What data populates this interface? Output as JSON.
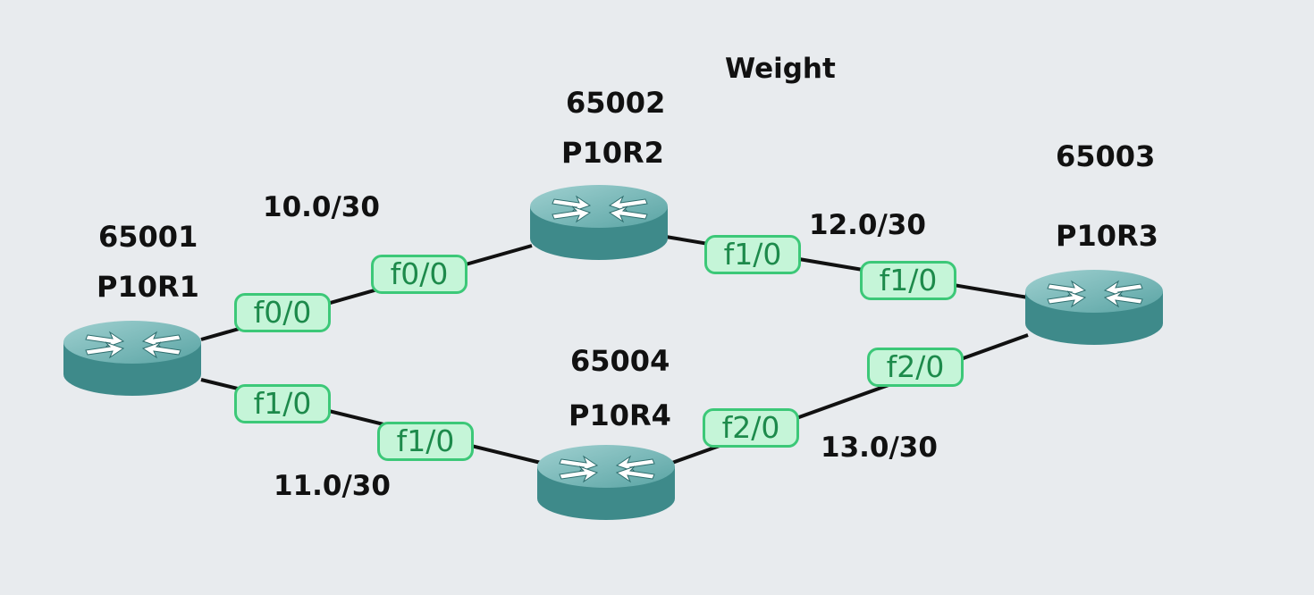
{
  "title": "Weight",
  "routers": [
    {
      "id": "r1",
      "name": "P10R1",
      "asn": "65001"
    },
    {
      "id": "r2",
      "name": "P10R2",
      "asn": "65002"
    },
    {
      "id": "r3",
      "name": "P10R3",
      "asn": "65003"
    },
    {
      "id": "r4",
      "name": "P10R4",
      "asn": "65004"
    }
  ],
  "links": [
    {
      "subnet": "10.0/30",
      "a": "r1",
      "a_if": "f0/0",
      "b": "r2",
      "b_if": "f0/0"
    },
    {
      "subnet": "11.0/30",
      "a": "r1",
      "a_if": "f1/0",
      "b": "r4",
      "b_if": "f1/0"
    },
    {
      "subnet": "12.0/30",
      "a": "r2",
      "a_if": "f1/0",
      "b": "r3",
      "b_if": "f1/0"
    },
    {
      "subnet": "13.0/30",
      "a": "r4",
      "a_if": "f2/0",
      "b": "r3",
      "b_if": "f2/0"
    }
  ],
  "colors": {
    "background": "#e8ebee",
    "router_body": "#3e8a8a",
    "router_top": "#5aa4a4",
    "interface_border": "#3cc878",
    "interface_fill": "#c5f5d8",
    "interface_text": "#1d8a4b",
    "link": "#111111"
  }
}
